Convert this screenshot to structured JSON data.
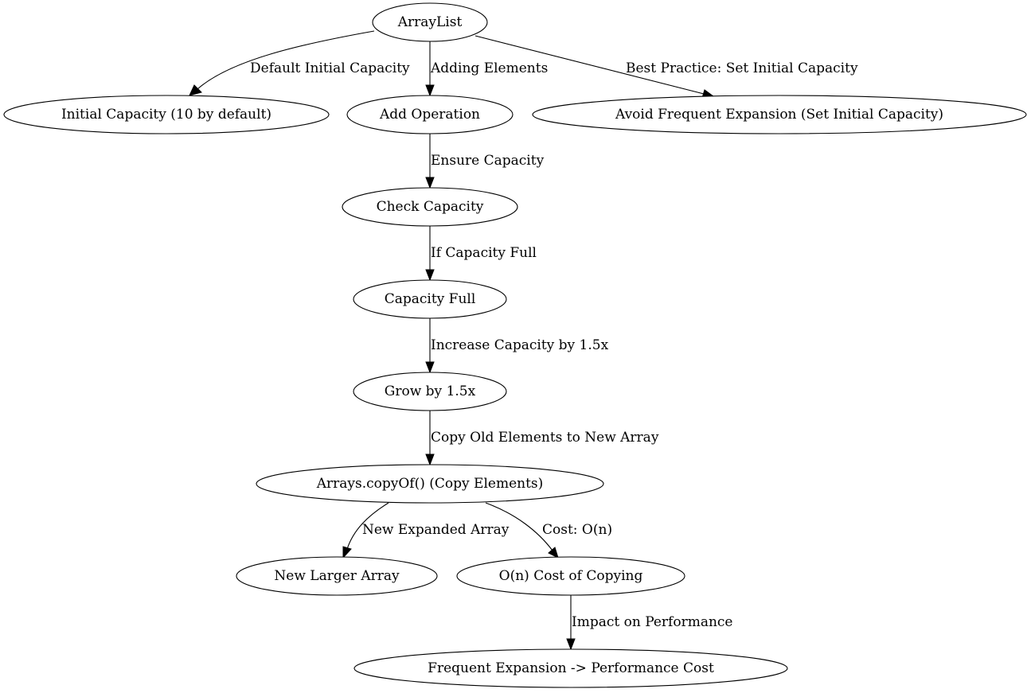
{
  "nodes": {
    "arraylist": "ArrayList",
    "initial_capacity": "Initial Capacity (10 by default)",
    "add_operation": "Add Operation",
    "avoid_expansion": "Avoid Frequent Expansion (Set Initial Capacity)",
    "check_capacity": "Check Capacity",
    "capacity_full": "Capacity Full",
    "grow": "Grow by 1.5x",
    "copy_elements": "Arrays.copyOf() (Copy Elements)",
    "new_larger_array": "New Larger Array",
    "copy_cost": "O(n) Cost of Copying",
    "performance_cost": "Frequent Expansion -> Performance Cost"
  },
  "edges": {
    "default_initial_capacity": "Default Initial Capacity",
    "adding_elements": "Adding Elements",
    "best_practice": "Best Practice: Set Initial Capacity",
    "ensure_capacity": "Ensure Capacity",
    "if_capacity_full": "If Capacity Full",
    "increase_capacity": "Increase Capacity by 1.5x",
    "copy_old_elements": "Copy Old Elements to New Array",
    "new_expanded_array": "New Expanded Array",
    "cost_on": "Cost: O(n)",
    "impact_on_performance": "Impact on Performance"
  }
}
